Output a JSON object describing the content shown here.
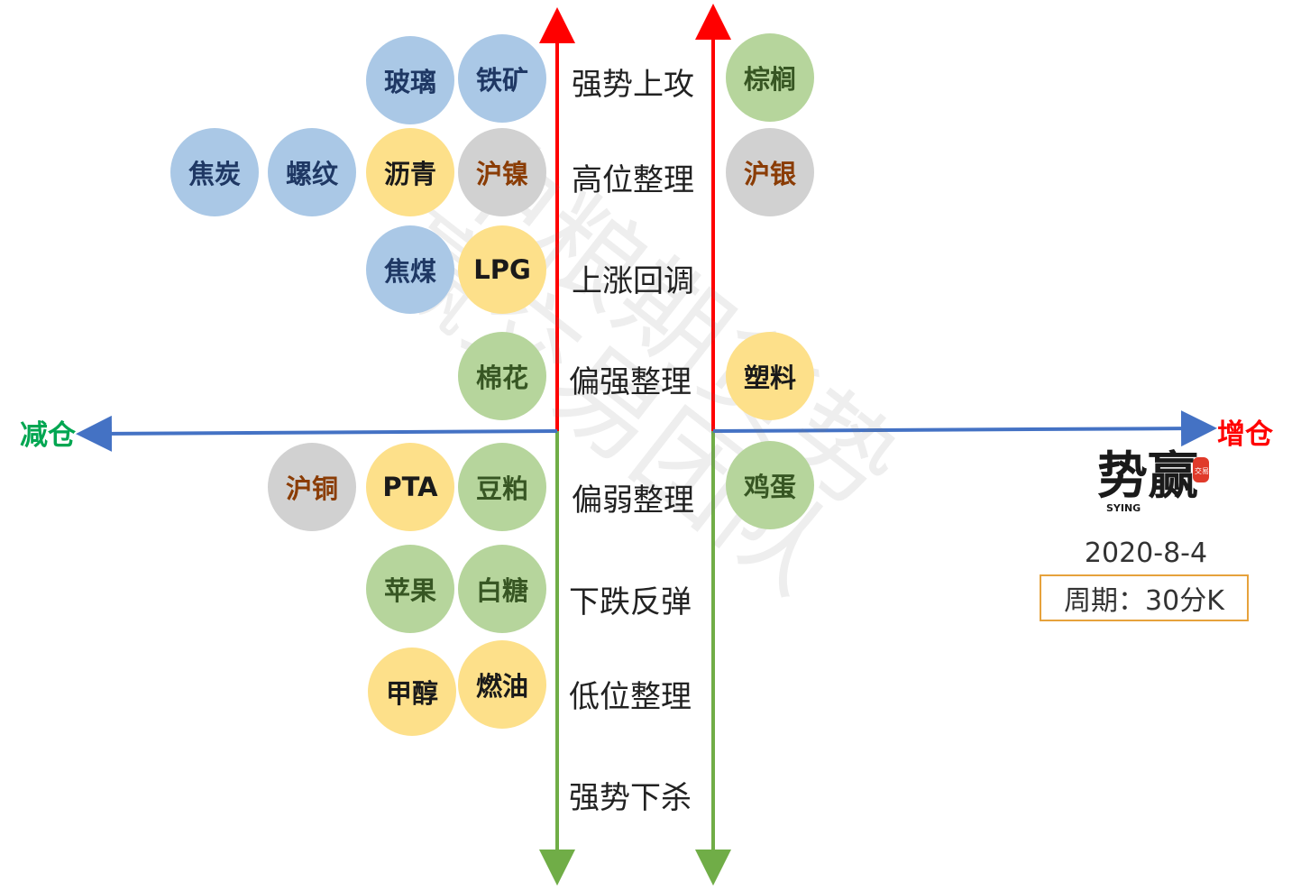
{
  "watermark": {
    "line1": "中粮期货势",
    "line2": "赢交易团队"
  },
  "axis": {
    "left_label": "减仓",
    "right_label": "增仓",
    "left_color": "#00a651",
    "right_color": "#ff0000"
  },
  "stages": [
    "强势上攻",
    "高位整理",
    "上涨回调",
    "偏强整理",
    "偏弱整理",
    "下跌反弹",
    "低位整理",
    "强势下杀"
  ],
  "colors": {
    "up": "#ff0000",
    "down": "#70ad47",
    "horizontal": "#4472c4"
  },
  "bubbles": {
    "b0": {
      "label": "玻璃",
      "color": "blue"
    },
    "b1": {
      "label": "铁矿",
      "color": "blue"
    },
    "b2": {
      "label": "棕榈",
      "color": "green"
    },
    "b3": {
      "label": "焦炭",
      "color": "blue"
    },
    "b4": {
      "label": "螺纹",
      "color": "blue"
    },
    "b5": {
      "label": "沥青",
      "color": "yellow"
    },
    "b6": {
      "label": "沪镍",
      "color": "gray"
    },
    "b7": {
      "label": "沪银",
      "color": "gray"
    },
    "b8": {
      "label": "焦煤",
      "color": "blue"
    },
    "b9": {
      "label": "LPG",
      "color": "yellow"
    },
    "b10": {
      "label": "棉花",
      "color": "green"
    },
    "b11": {
      "label": "塑料",
      "color": "yellow"
    },
    "b12": {
      "label": "沪铜",
      "color": "gray"
    },
    "b13": {
      "label": "PTA",
      "color": "yellow"
    },
    "b14": {
      "label": "豆粕",
      "color": "green"
    },
    "b15": {
      "label": "鸡蛋",
      "color": "green"
    },
    "b16": {
      "label": "苹果",
      "color": "green"
    },
    "b17": {
      "label": "白糖",
      "color": "green"
    },
    "b18": {
      "label": "甲醇",
      "color": "yellow"
    },
    "b19": {
      "label": "燃油",
      "color": "yellow"
    }
  },
  "logo": {
    "text": "势赢",
    "sub": "SYING",
    "seal": "交易"
  },
  "date": "2020-8-4",
  "period": "周期：30分K"
}
